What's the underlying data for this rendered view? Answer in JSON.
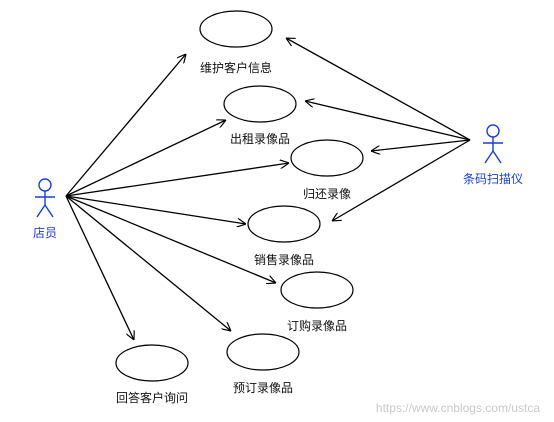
{
  "actors": {
    "clerk": {
      "name": "店员"
    },
    "scanner": {
      "name": "条码扫描仪"
    }
  },
  "use_cases": [
    {
      "id": "maintain",
      "label": "维护客户信息"
    },
    {
      "id": "rent",
      "label": "出租录像品"
    },
    {
      "id": "return",
      "label": "归还录像"
    },
    {
      "id": "sell",
      "label": "销售录像品"
    },
    {
      "id": "order",
      "label": "订购录像品"
    },
    {
      "id": "reserve",
      "label": "预订录像品"
    },
    {
      "id": "answer",
      "label": "回答客户询问"
    }
  ],
  "associations": [
    {
      "from": "clerk",
      "to": "maintain"
    },
    {
      "from": "clerk",
      "to": "rent"
    },
    {
      "from": "clerk",
      "to": "return"
    },
    {
      "from": "clerk",
      "to": "sell"
    },
    {
      "from": "clerk",
      "to": "order"
    },
    {
      "from": "clerk",
      "to": "reserve"
    },
    {
      "from": "clerk",
      "to": "answer"
    },
    {
      "from": "scanner",
      "to": "maintain"
    },
    {
      "from": "scanner",
      "to": "rent"
    },
    {
      "from": "scanner",
      "to": "return"
    },
    {
      "from": "scanner",
      "to": "sell"
    }
  ],
  "colors": {
    "actor": "#1a3fd1",
    "line": "#000000",
    "text": "#111111"
  },
  "watermark": "https://www.cnblogs.com/ustca"
}
